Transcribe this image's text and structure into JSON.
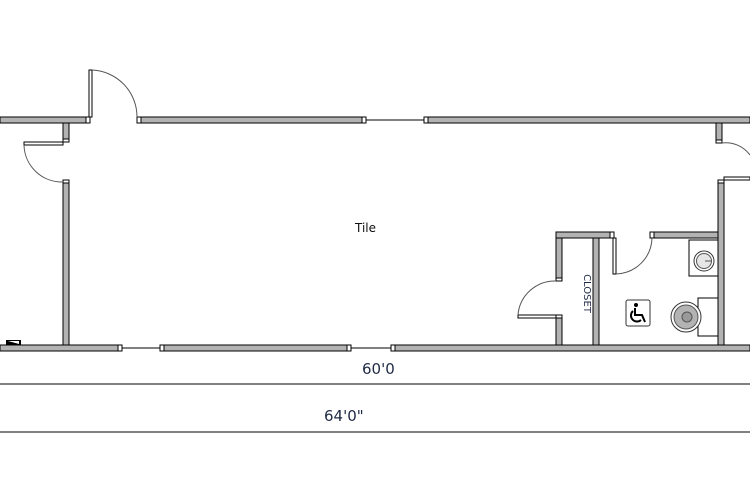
{
  "floor_plan": {
    "rooms": [
      {
        "id": "main",
        "label": "Tile"
      },
      {
        "id": "closet",
        "label": "CLOSET"
      },
      {
        "id": "restroom",
        "label": ""
      }
    ],
    "dimensions": {
      "inner_length": "60'0",
      "outer_length": "64'0\""
    },
    "icons": [
      "wheelchair-accessible-icon",
      "sink-icon",
      "toilet-icon"
    ],
    "colors": {
      "wall_fill": "#b3b3b3",
      "wall_stroke": "#000000",
      "text": "#1f2a44",
      "background": "#ffffff"
    }
  }
}
